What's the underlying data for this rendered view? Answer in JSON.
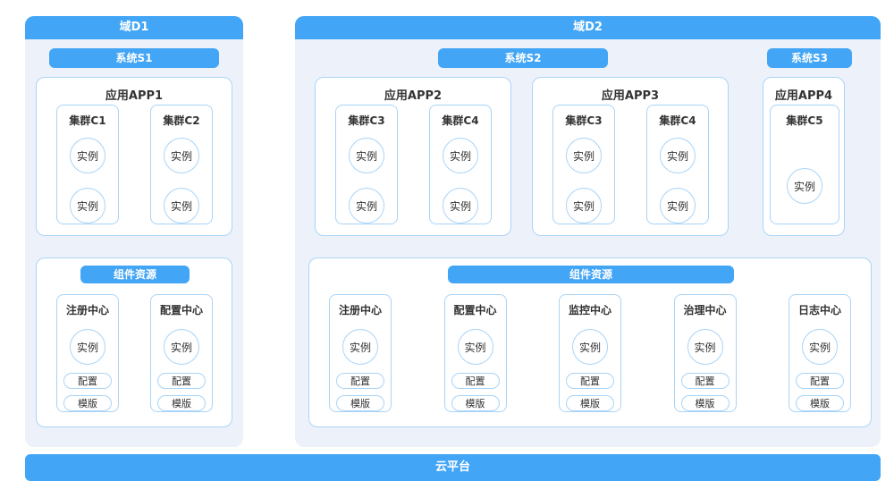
{
  "colors": {
    "accent_blue": "#42a5f5",
    "panel_bg": "#edf2fa",
    "box_border": "#a9d4f7",
    "text": "#333333"
  },
  "domain1": {
    "title": "域D1",
    "system_badge": "系统S1",
    "app": {
      "title": "应用APP1",
      "clusters": [
        {
          "title": "集群C1",
          "instances": [
            "实例",
            "实例"
          ]
        },
        {
          "title": "集群C2",
          "instances": [
            "实例",
            "实例"
          ]
        }
      ]
    },
    "components": {
      "badge": "组件资源",
      "centers": [
        {
          "title": "注册中心",
          "instance": "实例",
          "pills": [
            "配置",
            "模版"
          ]
        },
        {
          "title": "配置中心",
          "instance": "实例",
          "pills": [
            "配置",
            "模版"
          ]
        }
      ]
    }
  },
  "domain2": {
    "title": "域D2",
    "system_badges": [
      "系统S2",
      "系统S3"
    ],
    "apps": [
      {
        "title": "应用APP2",
        "clusters": [
          {
            "title": "集群C3",
            "instances": [
              "实例",
              "实例"
            ]
          },
          {
            "title": "集群C4",
            "instances": [
              "实例",
              "实例"
            ]
          }
        ]
      },
      {
        "title": "应用APP3",
        "clusters": [
          {
            "title": "集群C3",
            "instances": [
              "实例",
              "实例"
            ]
          },
          {
            "title": "集群C4",
            "instances": [
              "实例",
              "实例"
            ]
          }
        ]
      },
      {
        "title": "应用APP4",
        "clusters": [
          {
            "title": "集群C5",
            "instances": [
              "实例"
            ]
          }
        ]
      }
    ],
    "components": {
      "badge": "组件资源",
      "centers": [
        {
          "title": "注册中心",
          "instance": "实例",
          "pills": [
            "配置",
            "模版"
          ]
        },
        {
          "title": "配置中心",
          "instance": "实例",
          "pills": [
            "配置",
            "模版"
          ]
        },
        {
          "title": "监控中心",
          "instance": "实例",
          "pills": [
            "配置",
            "模版"
          ]
        },
        {
          "title": "治理中心",
          "instance": "实例",
          "pills": [
            "配置",
            "模版"
          ]
        },
        {
          "title": "日志中心",
          "instance": "实例",
          "pills": [
            "配置",
            "模版"
          ]
        }
      ]
    }
  },
  "footer": {
    "title": "云平台"
  }
}
